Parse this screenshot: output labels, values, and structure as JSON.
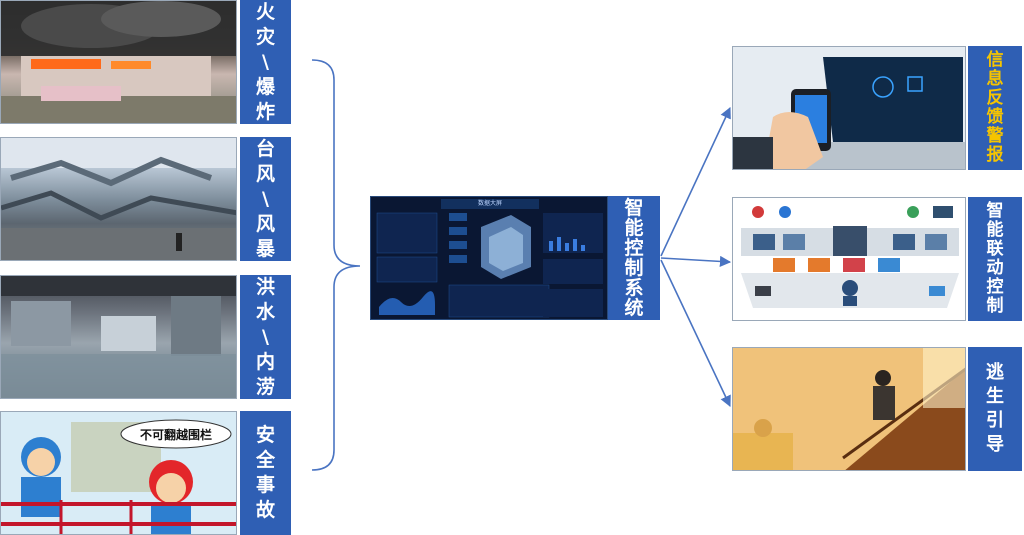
{
  "left_panels": [
    {
      "label": "火灾\\爆炸",
      "chars": [
        "火",
        "灾",
        "\\",
        "爆",
        "炸"
      ]
    },
    {
      "label": "台风\\风暴",
      "chars": [
        "台",
        "风",
        "\\",
        "风",
        "暴"
      ]
    },
    {
      "label": "洪水\\内涝",
      "chars": [
        "洪",
        "水",
        "\\",
        "内",
        "涝"
      ]
    },
    {
      "label": "安全事故",
      "chars": [
        "安",
        "全",
        "事",
        "故"
      ]
    }
  ],
  "center": {
    "label": "智能控制系统",
    "chars": [
      "智",
      "能",
      "控",
      "制",
      "系",
      "统"
    ],
    "dashboard_title": "数据大屏"
  },
  "right_panels": [
    {
      "label": "信息反馈警报",
      "chars": [
        "信",
        "息",
        "反",
        "馈",
        "警",
        "报"
      ]
    },
    {
      "label": "智能联动控制",
      "chars": [
        "智",
        "能",
        "联",
        "动",
        "控",
        "制"
      ]
    },
    {
      "label": "逃生引导",
      "chars": [
        "逃",
        "生",
        "引",
        "导"
      ]
    }
  ],
  "safety_image": {
    "speech_bubble": "不可翻越围栏"
  },
  "colors": {
    "label_bg": "#2f5fb4",
    "label_text": "#ffffff",
    "label_text_highlight": "#f5c400",
    "connector": "#4a74c2"
  }
}
